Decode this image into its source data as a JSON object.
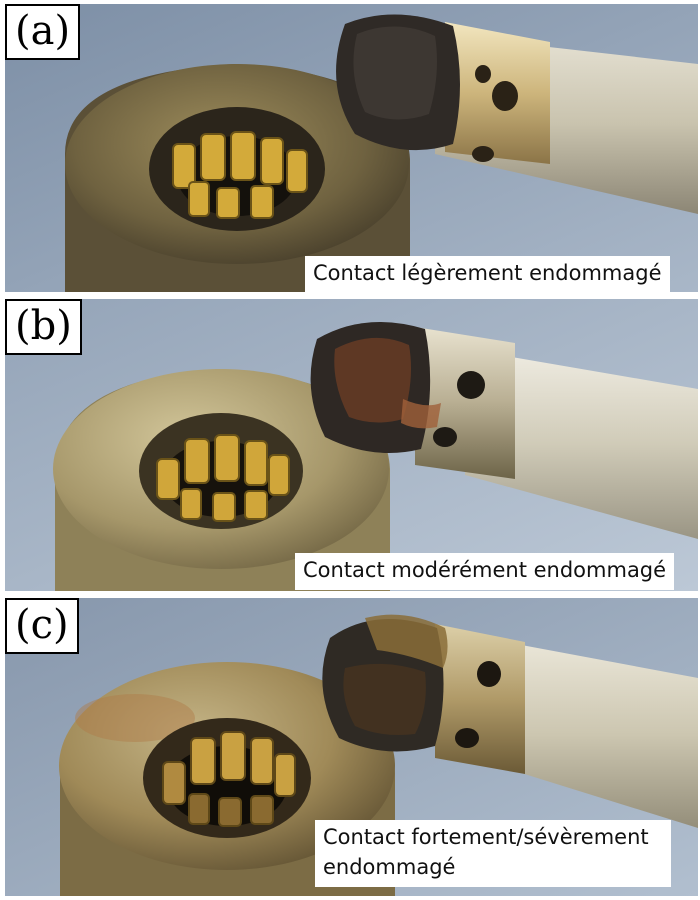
{
  "panels": [
    {
      "label": "(a)",
      "caption": "Contact légèrement endommagé"
    },
    {
      "label": "(b)",
      "caption": "Contact modérément endommagé"
    },
    {
      "label": "(c)",
      "caption": "Contact fortement/sévèrement endommagé"
    }
  ],
  "colors": {
    "background_a": "#8fa1b6",
    "background_b": "#a4b3c5",
    "background_c": "#9aa9bd",
    "socket_brass": "#8a7a4a",
    "pin_gold": "#d2a93a",
    "tube_silver": "#cbc6b4",
    "tip_dark": "#2f2a26",
    "tip_burned": "#7a4a28"
  }
}
